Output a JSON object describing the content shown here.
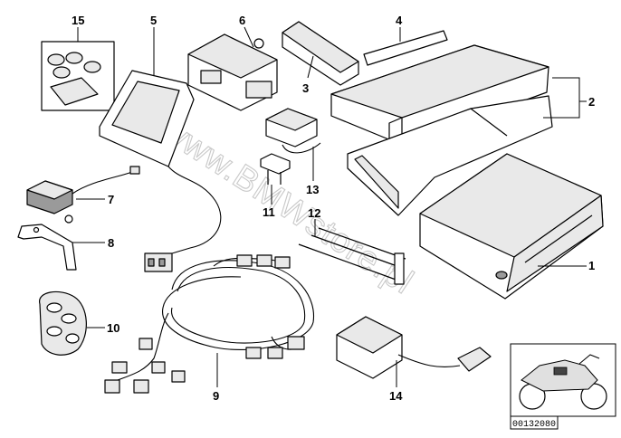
{
  "diagram": {
    "watermark": "www.BMWstore.pl",
    "reference_code": "00132080",
    "callouts": [
      {
        "id": "1",
        "text": "1"
      },
      {
        "id": "2",
        "text": "2"
      },
      {
        "id": "3",
        "text": "3"
      },
      {
        "id": "4",
        "text": "4"
      },
      {
        "id": "5",
        "text": "5"
      },
      {
        "id": "6",
        "text": "6"
      },
      {
        "id": "7",
        "text": "7"
      },
      {
        "id": "8",
        "text": "8"
      },
      {
        "id": "9",
        "text": "9"
      },
      {
        "id": "10",
        "text": "10"
      },
      {
        "id": "11",
        "text": "11"
      },
      {
        "id": "12",
        "text": "12"
      },
      {
        "id": "13",
        "text": "13"
      },
      {
        "id": "14",
        "text": "14"
      },
      {
        "id": "15",
        "text": "15"
      }
    ]
  }
}
